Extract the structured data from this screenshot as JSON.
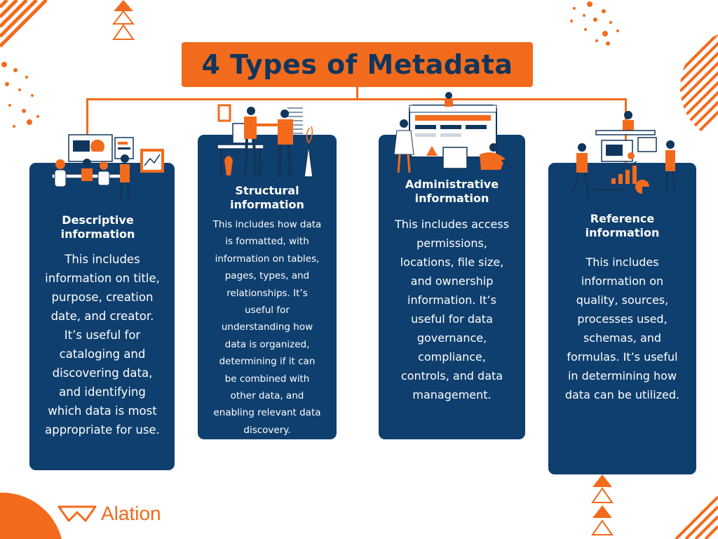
{
  "title": "4 Types of Metadata",
  "brand": {
    "name": "Alation"
  },
  "colors": {
    "orange": "#f26b1d",
    "navy": "#0f3f6e",
    "dark": "#10365c",
    "white": "#ffffff"
  },
  "cards": [
    {
      "heading": "Descriptive information",
      "body": "This includes information on title, purpose, creation date, and creator. It’s useful for cataloging and discovering data, and identifying which data is most appropriate for use.",
      "illustration": "people-meeting-presentation-icon"
    },
    {
      "heading": "Structural information",
      "body": "This includes how data is formatted, with information on tables, pages, types, and relationships. It’s useful for understanding how data is organized, determining if it can be combined with other data, and enabling relevant data discovery.",
      "illustration": "people-handshake-office-icon"
    },
    {
      "heading": "Administrative information",
      "body": "This includes access permissions, locations, file size, and ownership information. It’s useful for data governance, compliance, controls, and data management.",
      "illustration": "people-dashboard-icon"
    },
    {
      "heading": "Reference information",
      "body": "This includes information on quality, sources, processes used, schemas, and formulas. It’s useful in determining how data can be utilized.",
      "illustration": "people-charts-analysis-icon"
    }
  ]
}
